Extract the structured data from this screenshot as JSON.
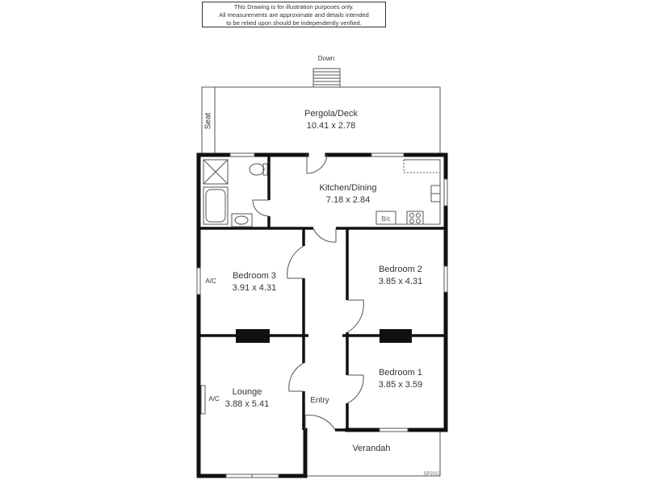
{
  "disclaimer": {
    "line1": "This Drawing is for illustration purposes only.",
    "line2": "All measurements are approximate and details intended",
    "line3": "to be relied upon should be independently verified."
  },
  "rooms": {
    "pergola": {
      "name": "Pergola/Deck",
      "size": "10.41 x 2.78"
    },
    "kitchen": {
      "name": "Kitchen/Dining",
      "size": "7.18 x 2.84"
    },
    "bedroom3": {
      "name": "Bedroom 3",
      "size": "3.91 x 4.31"
    },
    "bedroom2": {
      "name": "Bedroom 2",
      "size": "3.85 x 4.31"
    },
    "bedroom1": {
      "name": "Bedroom 1",
      "size": "3.85 x 3.59"
    },
    "lounge": {
      "name": "Lounge",
      "size": "3.88 x 5.41"
    },
    "entry": {
      "name": "Entry"
    },
    "verandah": {
      "name": "Verandah"
    }
  },
  "labels": {
    "down": "Down",
    "seat": "Seat",
    "ac_bedroom3": "A/C",
    "ac_lounge": "A/C",
    "bic": "B/c",
    "code": "SP2023"
  }
}
